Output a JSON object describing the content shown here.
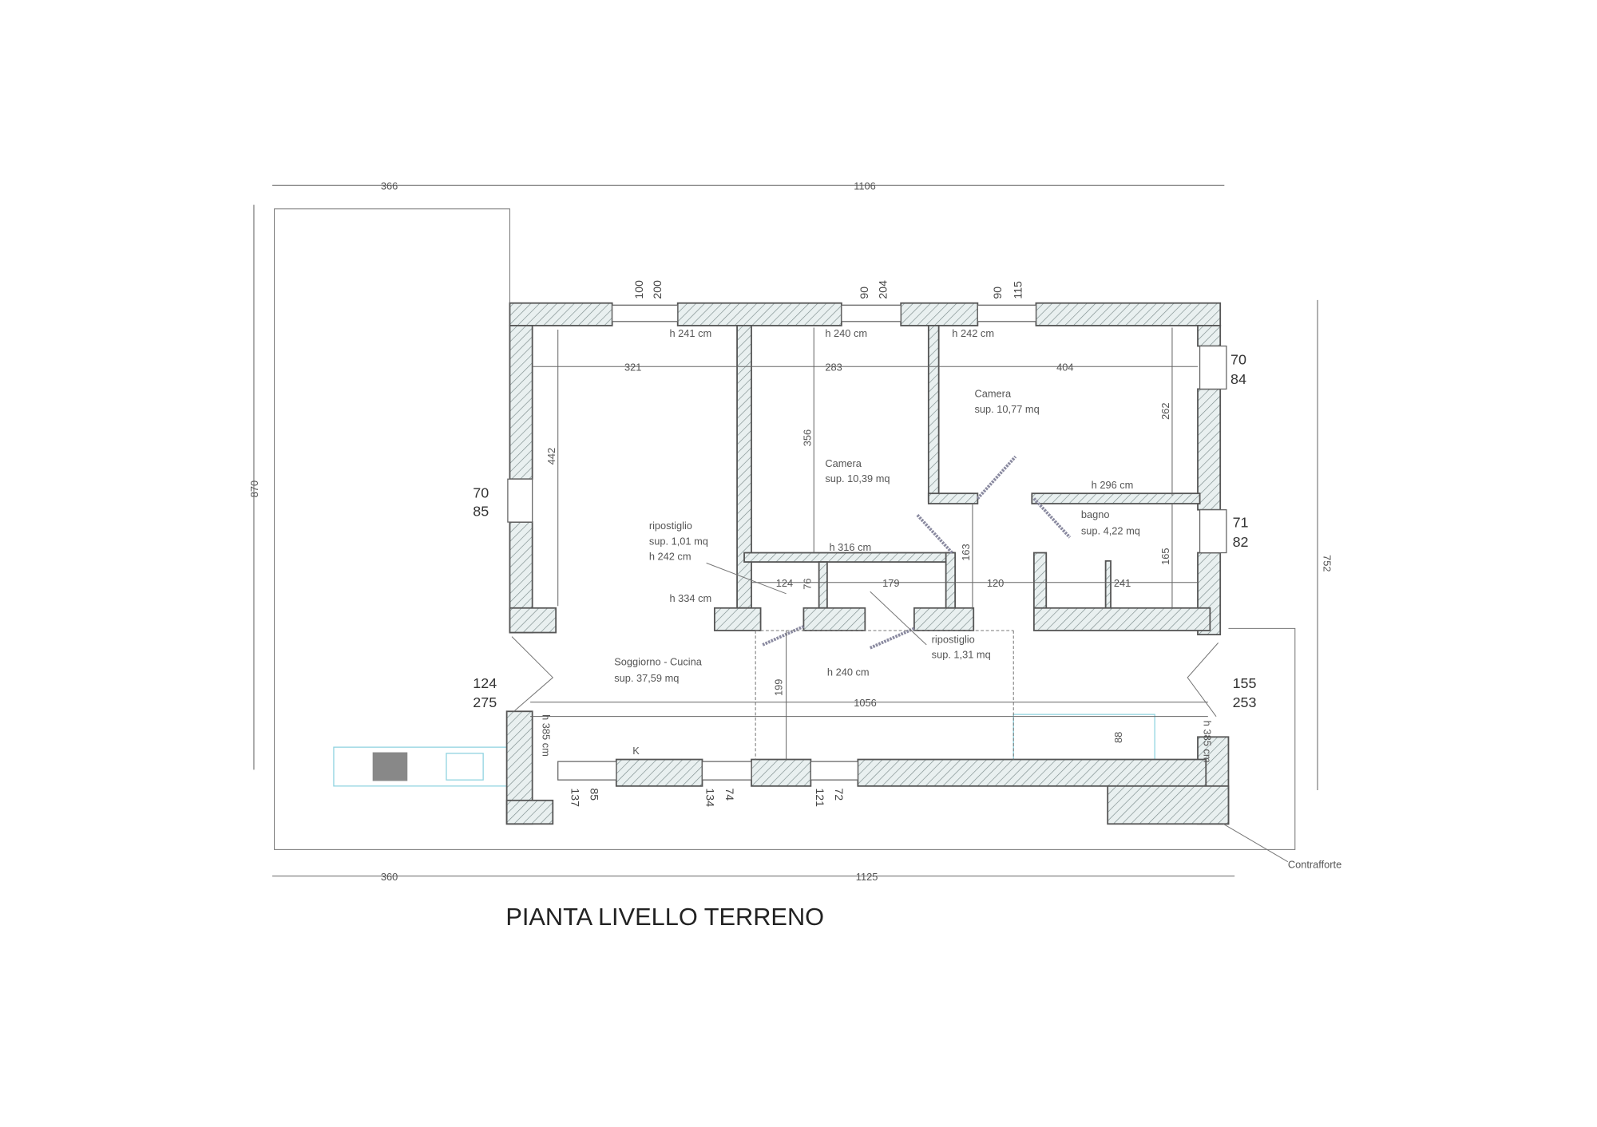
{
  "title": "PIANTA LIVELLO TERRENO",
  "overall_dims": {
    "top_left": "366",
    "top_right": "1106",
    "bottom_left": "360",
    "bottom_right": "1125",
    "left_height": "870",
    "right_height": "752"
  },
  "rooms": [
    {
      "name": "Camera",
      "area": "sup. 10,77 mq"
    },
    {
      "name": "Camera",
      "area": "sup. 10,39 mq"
    },
    {
      "name": "ripostiglio",
      "area": "sup. 1,01 mq",
      "height": "h 242 cm"
    },
    {
      "name": "bagno",
      "area": "sup. 4,22 mq"
    },
    {
      "name": "Soggiorno - Cucina",
      "area": "sup. 37,59 mq"
    },
    {
      "name": "ripostiglio",
      "area": "sup. 1,31 mq"
    }
  ],
  "heights": [
    "h 241 cm",
    "h 240 cm",
    "h 242 cm",
    "h 296 cm",
    "h 316 cm",
    "h 334 cm",
    "h 240 cm",
    "h 385 cm",
    "h 385 cm"
  ],
  "inner_dims": [
    "321",
    "283",
    "404",
    "442",
    "356",
    "262",
    "165",
    "163",
    "124",
    "76",
    "179",
    "120",
    "241",
    "1056",
    "199",
    "88"
  ],
  "openings": {
    "top1": [
      "100",
      "200"
    ],
    "top2": [
      "90",
      "204"
    ],
    "top3": [
      "90",
      "115"
    ],
    "left_window": [
      "70",
      "85"
    ],
    "right_window1": [
      "70",
      "84"
    ],
    "right_window2": [
      "71",
      "82"
    ],
    "left_door": [
      "124",
      "275"
    ],
    "right_door": [
      "155",
      "253"
    ],
    "bottom1": [
      "137",
      "85"
    ],
    "bottom2": [
      "134",
      "74"
    ],
    "bottom3": [
      "121",
      "72"
    ]
  },
  "markers": {
    "k": "K",
    "buttress": "Contrafforte"
  }
}
